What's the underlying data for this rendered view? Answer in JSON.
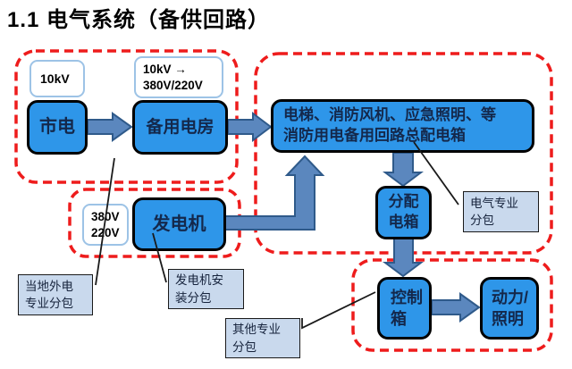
{
  "title": "1.1 电气系统（备供回路）",
  "colors": {
    "region_border": "#ee1c1c",
    "node_fill": "#2e96e9",
    "node_border": "#000000",
    "node_text": "#14284b",
    "arrow_fill": "#5b87be",
    "arrow_stroke": "#2f5a8a",
    "voltage_tag_border": "#9dc3e6",
    "label_fill": "#c9d9ed",
    "connector_line": "#1a1a1a"
  },
  "nodes": {
    "city_power": {
      "label": "市电"
    },
    "backup_room": {
      "label": "备用电房"
    },
    "main_dist_box": {
      "line1": "电梯、消防风机、应急照明、等",
      "line2": "消防用电备用回路总配电箱"
    },
    "generator": {
      "label": "发电机"
    },
    "dist_box": {
      "line1": "分配",
      "line2": "电箱"
    },
    "control_box": {
      "line1": "控制",
      "line2": "箱"
    },
    "power_lighting": {
      "line1": "动力/",
      "line2": "照明"
    }
  },
  "voltage_tags": {
    "kv10": {
      "label": "10kV"
    },
    "kv10_to_lv": {
      "line1": "10kV →",
      "line2": "380V/220V"
    },
    "lv": {
      "line1": "380V",
      "line2": "220V"
    }
  },
  "labels": {
    "local_power": {
      "line1": "当地外电",
      "line2": "专业分包"
    },
    "generator_install": {
      "line1": "发电机安",
      "line2": "装分包"
    },
    "other_sub": {
      "line1": "其他专业",
      "line2": "分包"
    },
    "electrical_sub": {
      "line1": "电气专业",
      "line2": "分包"
    }
  }
}
